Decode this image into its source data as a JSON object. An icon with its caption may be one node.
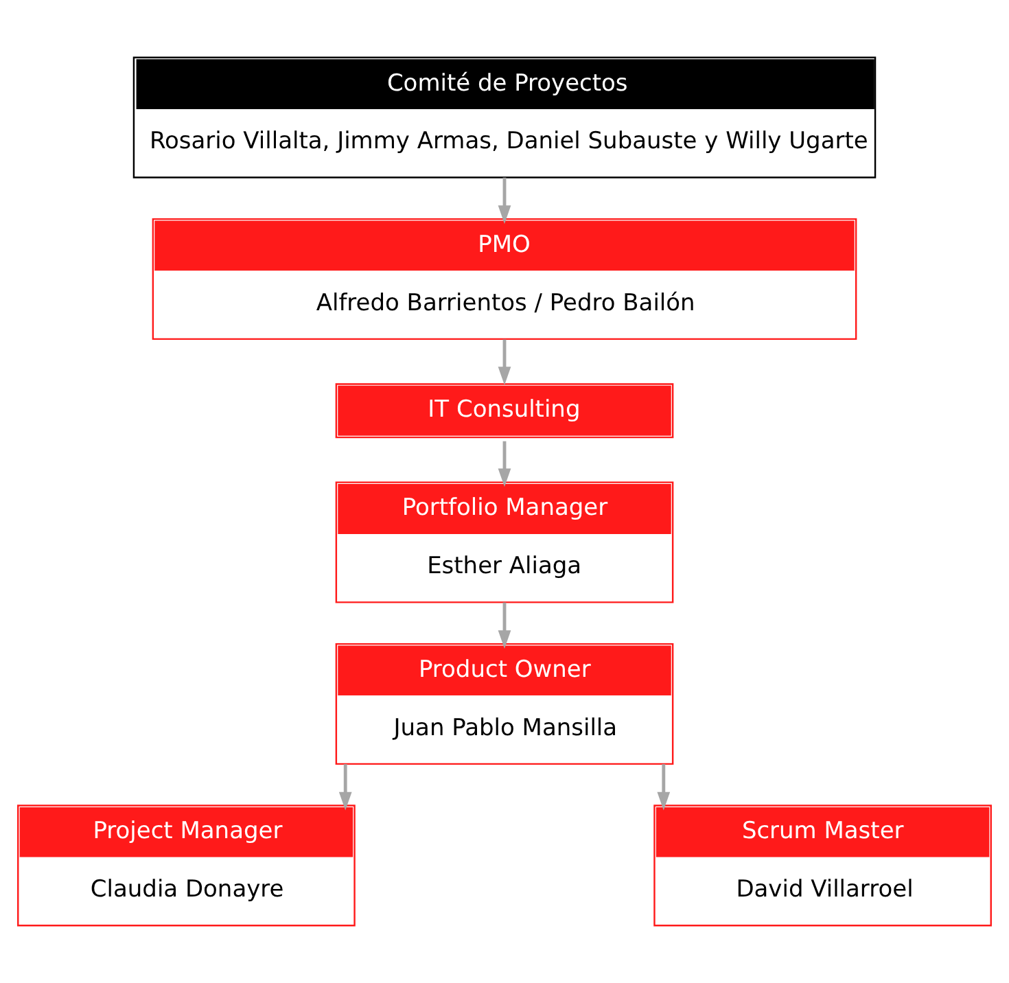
{
  "diagram": {
    "nodes": [
      {
        "text": [
          "Comité de Proyectos",
          "Rosario Villalta, Jimmy Armas, Daniel Subauste y Willy Ugarte"
        ]
      },
      {
        "text": [
          "PMO",
          "Alfredo Barrientos / Pedro Bailón"
        ]
      },
      {
        "text": [
          "IT Consulting"
        ]
      },
      {
        "text": [
          "Portfolio Manager",
          "Esther Aliaga"
        ]
      },
      {
        "text": [
          "Product Owner",
          "Juan Pablo Mansilla"
        ]
      },
      {
        "text": [
          "Project Manager",
          "Claudia Donayre"
        ]
      },
      {
        "text": [
          "Scrum Master",
          "David Villarroel"
        ]
      }
    ],
    "edges": [
      {
        "from": 0,
        "to": 1,
        "arrow": "to"
      },
      {
        "from": 1,
        "to": 2,
        "arrow": "to"
      },
      {
        "from": 2,
        "to": 3,
        "arrow": "to"
      },
      {
        "from": 3,
        "to": 4,
        "arrow": "to"
      },
      {
        "from": 4,
        "to": 5,
        "arrow": "to"
      },
      {
        "from": 4,
        "to": 6,
        "arrow": "to"
      }
    ]
  }
}
